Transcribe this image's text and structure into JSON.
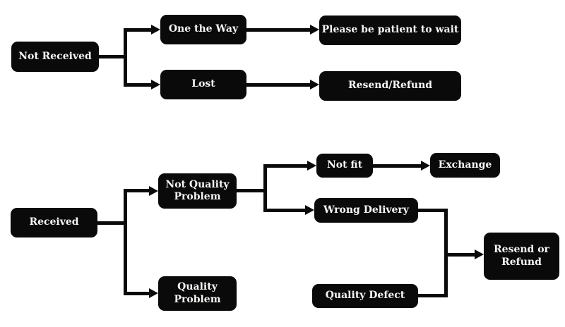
{
  "colors": {
    "background": "#ffffff",
    "node_fill": "#0a0a0a",
    "node_text": "#f7f6f3",
    "connector": "#0a0a0a"
  },
  "nodes": {
    "not_received": "Not Received",
    "one_the_way": "One the Way",
    "please_wait": "Please be patient to wait",
    "lost": "Lost",
    "resend_slash_refund": "Resend/Refund",
    "received": "Received",
    "not_quality_problem": "Not Quality Problem",
    "not_fit": "Not fit",
    "exchange": "Exchange",
    "wrong_delivery": "Wrong Delivery",
    "quality_problem": "Quality Problem",
    "quality_defect": "Quality Defect",
    "resend_or_refund": "Resend or Refund"
  },
  "connections": [
    {
      "from": "Not Received",
      "to": "One the Way"
    },
    {
      "from": "Not Received",
      "to": "Lost"
    },
    {
      "from": "One the Way",
      "to": "Please be patient to wait"
    },
    {
      "from": "Lost",
      "to": "Resend/Refund"
    },
    {
      "from": "Received",
      "to": "Not Quality Problem"
    },
    {
      "from": "Received",
      "to": "Quality Problem"
    },
    {
      "from": "Not Quality Problem",
      "to": "Not fit"
    },
    {
      "from": "Not Quality Problem",
      "to": "Wrong Delivery"
    },
    {
      "from": "Not fit",
      "to": "Exchange"
    },
    {
      "from": "Wrong Delivery",
      "to": "Resend or Refund"
    },
    {
      "from": "Quality Problem",
      "to": "Quality Defect"
    },
    {
      "from": "Quality Defect",
      "to": "Resend or Refund"
    }
  ]
}
